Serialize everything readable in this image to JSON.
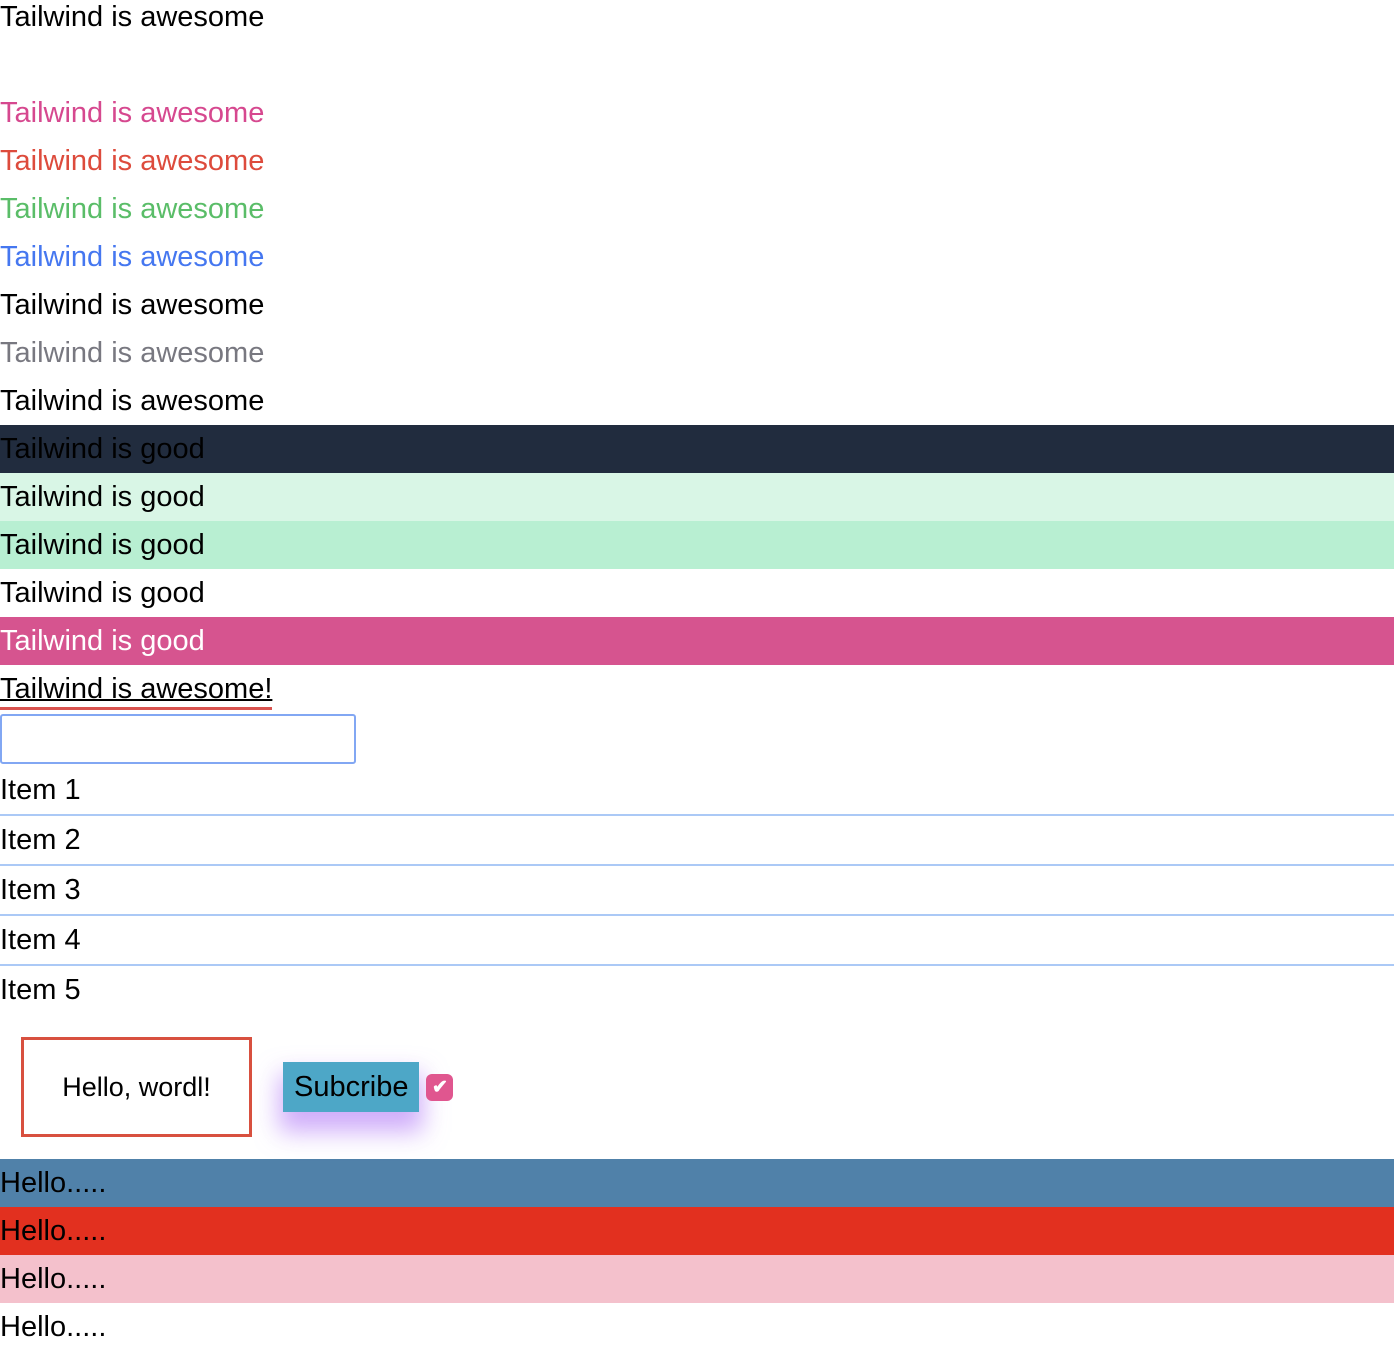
{
  "intro": {
    "text": "Tailwind is awesome"
  },
  "colored_lines": [
    {
      "text": "Tailwind is awesome",
      "color": "#d6488f"
    },
    {
      "text": "Tailwind is awesome",
      "color": "#dd4b3c"
    },
    {
      "text": "Tailwind is awesome",
      "color": "#5abd68"
    },
    {
      "text": "Tailwind is awesome",
      "color": "#4577f0"
    },
    {
      "text": "Tailwind is awesome",
      "color": "#000000"
    },
    {
      "text": "Tailwind is awesome",
      "color": "#787880"
    },
    {
      "text": "Tailwind is awesome",
      "color": "#000000"
    }
  ],
  "good_rows": [
    {
      "text": "Tailwind is good",
      "bg": "#212c3e",
      "color": "#000000"
    },
    {
      "text": "Tailwind is good",
      "bg": "#d9f6e6",
      "color": "#000000"
    },
    {
      "text": "Tailwind is good",
      "bg": "#b8efd2",
      "color": "#000000"
    },
    {
      "text": "Tailwind is good",
      "bg": "#ffffff",
      "color": "#000000"
    },
    {
      "text": "Tailwind is good",
      "bg": "#d6548f",
      "color": "#ffffff"
    }
  ],
  "underlined": {
    "text": "Tailwind is awesome!",
    "underline_color": "#d9534f"
  },
  "textbox": {
    "value": "",
    "border_color": "#82a7f3"
  },
  "items": {
    "divider_color": "#abc9f6",
    "rows": [
      "Item 1",
      "Item 2",
      "Item 3",
      "Item 4",
      "Item 5"
    ]
  },
  "hello_card": {
    "text": "Hello, wordl!",
    "border_color": "#d8503f"
  },
  "subscribe": {
    "label": "Subcribe",
    "bg_color": "#4da7c7",
    "glow_shadow": "0 16px 24px 4px rgba(169,108,245,0.55)"
  },
  "checkbox": {
    "checked": true,
    "bg_color": "#e0568f",
    "check_icon": "✔"
  },
  "hello_rows": [
    {
      "text": "Hello.....",
      "bg": "#5081a9"
    },
    {
      "text": "Hello.....",
      "bg": "#e2301f"
    },
    {
      "text": "Hello.....",
      "bg": "#f4c1cc"
    },
    {
      "text": "Hello.....",
      "bg": "#ffffff"
    }
  ]
}
